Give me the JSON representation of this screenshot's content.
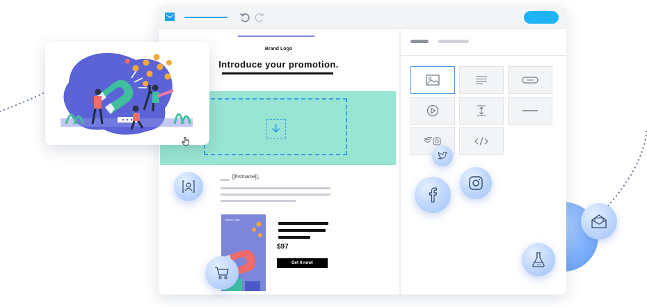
{
  "canvas": {
    "brand_logo": "Brand Logo",
    "headline": "Introduce your promotion.",
    "greeting": "[[firstname]],",
    "product": {
      "image_label": "Brand Logo",
      "price": "$97",
      "cta_label": "Get it now!"
    }
  },
  "icons": {
    "app_logo": "envelope-icon",
    "undo": "undo-icon",
    "redo": "redo-icon",
    "drop": "download-arrow-icon",
    "cursor": "hand-cursor-icon",
    "blocks": [
      "image-block-icon",
      "text-block-icon",
      "button-block-icon",
      "video-block-icon",
      "spacer-block-icon",
      "divider-block-icon",
      "social-block-icon",
      "code-block-icon"
    ],
    "bubbles": [
      "contact-icon",
      "cart-icon",
      "twitter-icon",
      "facebook-icon",
      "instagram-icon",
      "mail-icon",
      "flask-icon"
    ]
  },
  "colors": {
    "accent": "#1eb4f6",
    "hero_band": "#98e5d3",
    "dropzone": "#3a9de6",
    "product_bg": "#7d86d9",
    "bubble": "#b9d3fb",
    "path": "#5b7390"
  }
}
